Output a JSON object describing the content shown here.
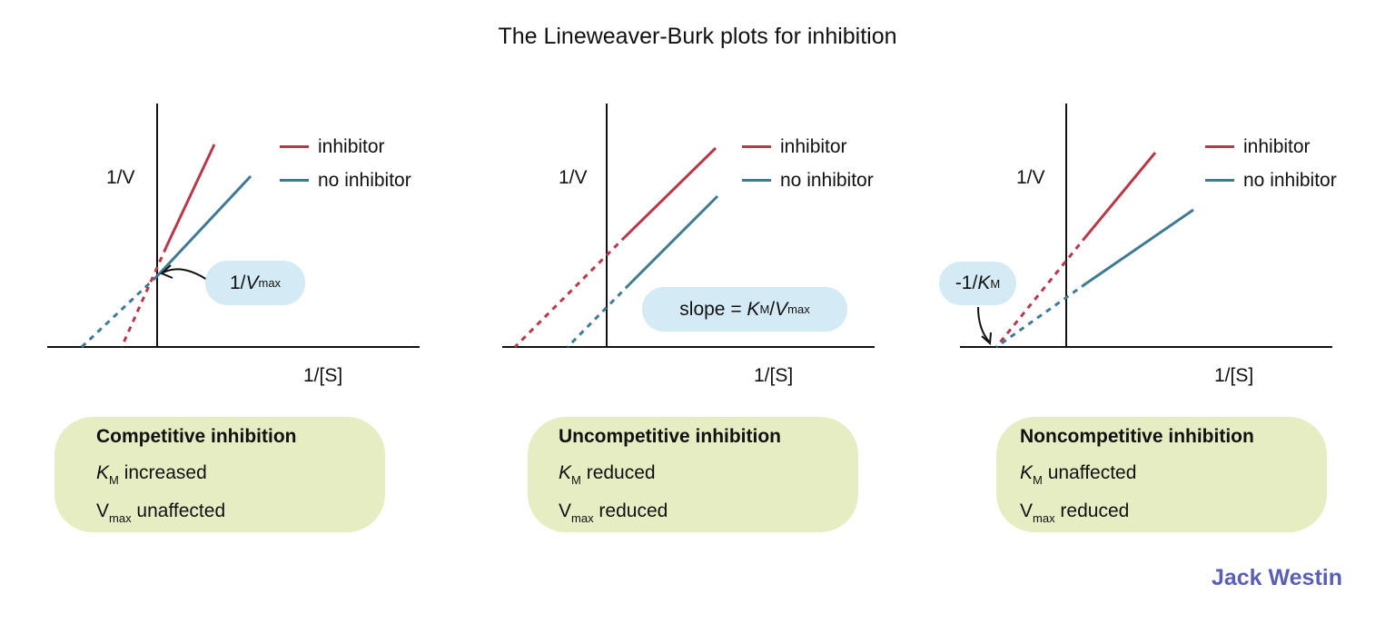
{
  "title": "The Lineweaver-Burk plots for inhibition",
  "colors": {
    "inhibitor": "#b8384a",
    "no_inhibitor": "#3f7a95",
    "callout_bg": "#d4ebf6",
    "box_bg": "#e6edc2",
    "brand": "#5b5fb4"
  },
  "legend": {
    "inhibitor": "inhibitor",
    "no_inhibitor": "no inhibitor"
  },
  "axes": {
    "y": "1/V",
    "x": "1/[S]"
  },
  "panels": [
    {
      "callout": {
        "pre": "1/",
        "var": "V",
        "sub": "max",
        "mid": "",
        "var2": "",
        "sub2": ""
      },
      "box": {
        "title": "Competitive inhibition",
        "line1": {
          "sym": "K",
          "sub": "M",
          "text": "increased"
        },
        "line2": {
          "sym": "V",
          "sub": "max",
          "text": "unaffected"
        }
      }
    },
    {
      "callout": {
        "pre": "slope = ",
        "var": "K",
        "sub": "M",
        "mid": "/",
        "var2": "V",
        "sub2": "max"
      },
      "box": {
        "title": "Uncompetitive inhibition",
        "line1": {
          "sym": "K",
          "sub": "M",
          "text": "reduced"
        },
        "line2": {
          "sym": "V",
          "sub": "max",
          "text": "reduced"
        }
      }
    },
    {
      "callout": {
        "pre": "-1/",
        "var": "K",
        "sub": "M",
        "mid": "",
        "var2": "",
        "sub2": ""
      },
      "box": {
        "title": "Noncompetitive inhibition",
        "line1": {
          "sym": "K",
          "sub": "M",
          "text": "unaffected"
        },
        "line2": {
          "sym": "V",
          "sub": "max",
          "text": "reduced"
        }
      }
    }
  ],
  "brand": "Jack Westin"
}
